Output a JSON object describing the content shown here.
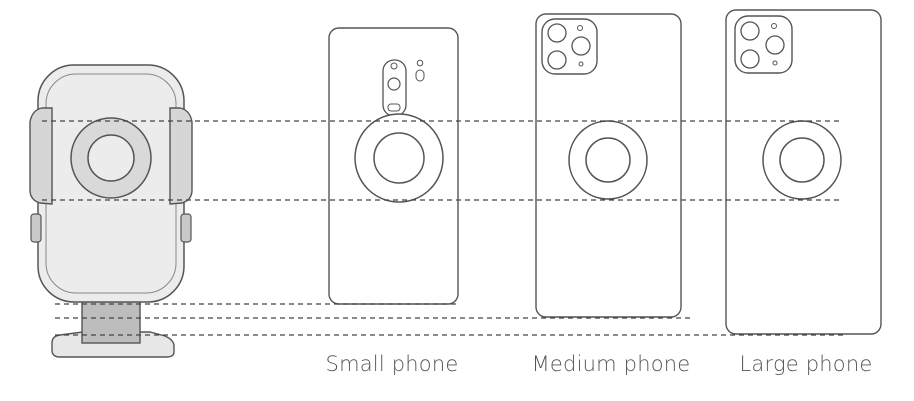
{
  "captions": {
    "small": "Small phone",
    "medium": "Medium phone",
    "large": "Large phone"
  },
  "colors": {
    "outline": "#555555",
    "holder_fill": "#ececec",
    "holder_dark": "#bdbdbd",
    "dashed": "#444444"
  }
}
